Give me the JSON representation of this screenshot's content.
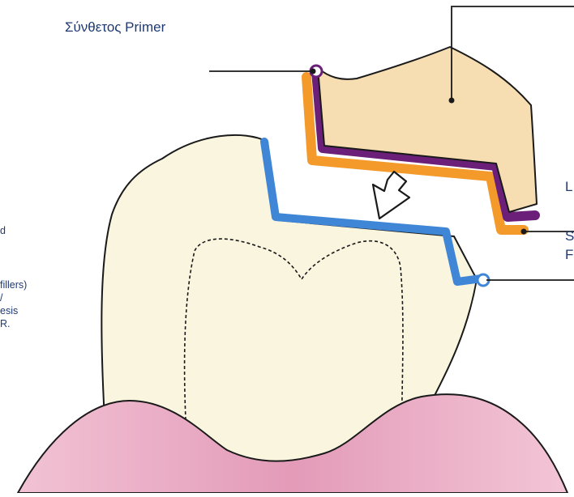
{
  "diagram": {
    "title_label": "Σύνθετος Primer",
    "right_labels": {
      "l1": "L",
      "s1": "S",
      "p1": "F"
    },
    "left_notes": [
      "d",
      "",
      "fillers)",
      "/",
      "esis",
      "R."
    ],
    "colors": {
      "inlay_fill": "#f7deb2",
      "primer": "#6b1f78",
      "cement": "#f39a2b",
      "tooth_surface": "#3f86d6",
      "tooth_fill": "#faf5df",
      "gum": "#e7a8c2",
      "text": "#1f3a73"
    }
  }
}
